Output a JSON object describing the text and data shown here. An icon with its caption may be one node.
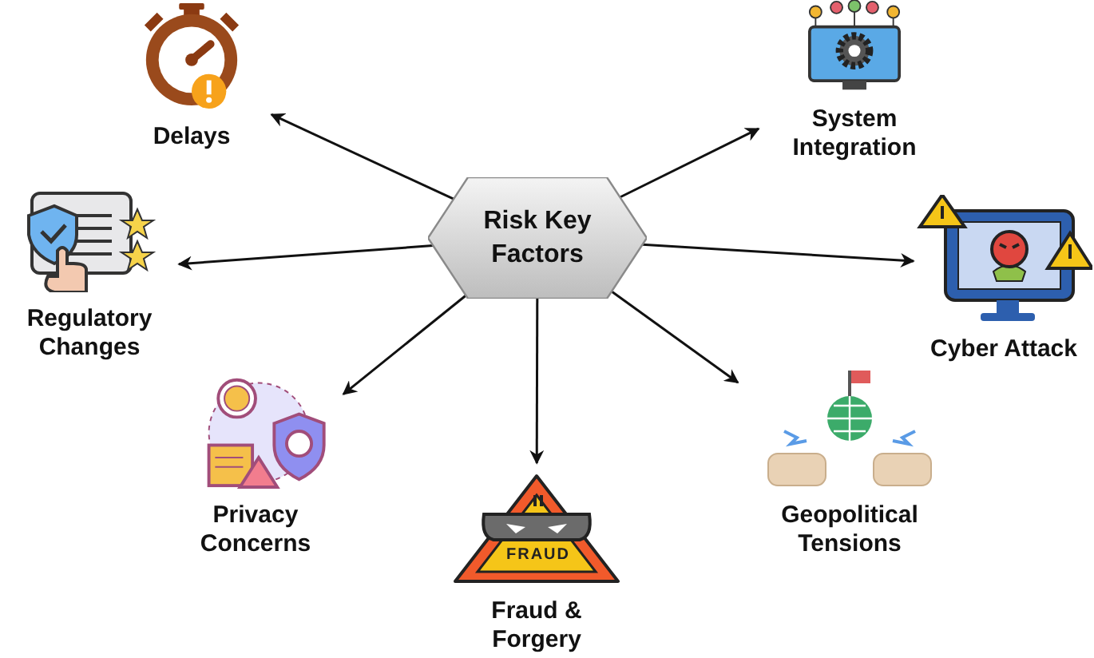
{
  "diagram": {
    "nodes": [
      {
        "text": [
          "Risk Key Factors"
        ]
      },
      {
        "text": [
          "Delays"
        ]
      },
      {
        "text": [
          "System Integration"
        ]
      },
      {
        "text": [
          "Regulatory Changes"
        ]
      },
      {
        "text": [
          "Cyber Attack"
        ]
      },
      {
        "text": [
          "Privacy Concerns"
        ]
      },
      {
        "text": [
          "Fraud & Forgery"
        ]
      },
      {
        "text": [
          "Geopolitical Tensions"
        ]
      }
    ],
    "edges": [
      {
        "from": 0,
        "to": 1,
        "arrow": "to"
      },
      {
        "from": 0,
        "to": 2,
        "arrow": "to"
      },
      {
        "from": 0,
        "to": 3,
        "arrow": "to"
      },
      {
        "from": 0,
        "to": 4,
        "arrow": "to"
      },
      {
        "from": 0,
        "to": 5,
        "arrow": "to"
      },
      {
        "from": 0,
        "to": 6,
        "arrow": "to"
      },
      {
        "from": 0,
        "to": 7,
        "arrow": "to"
      }
    ],
    "labels": [
      "FRAUD"
    ]
  }
}
